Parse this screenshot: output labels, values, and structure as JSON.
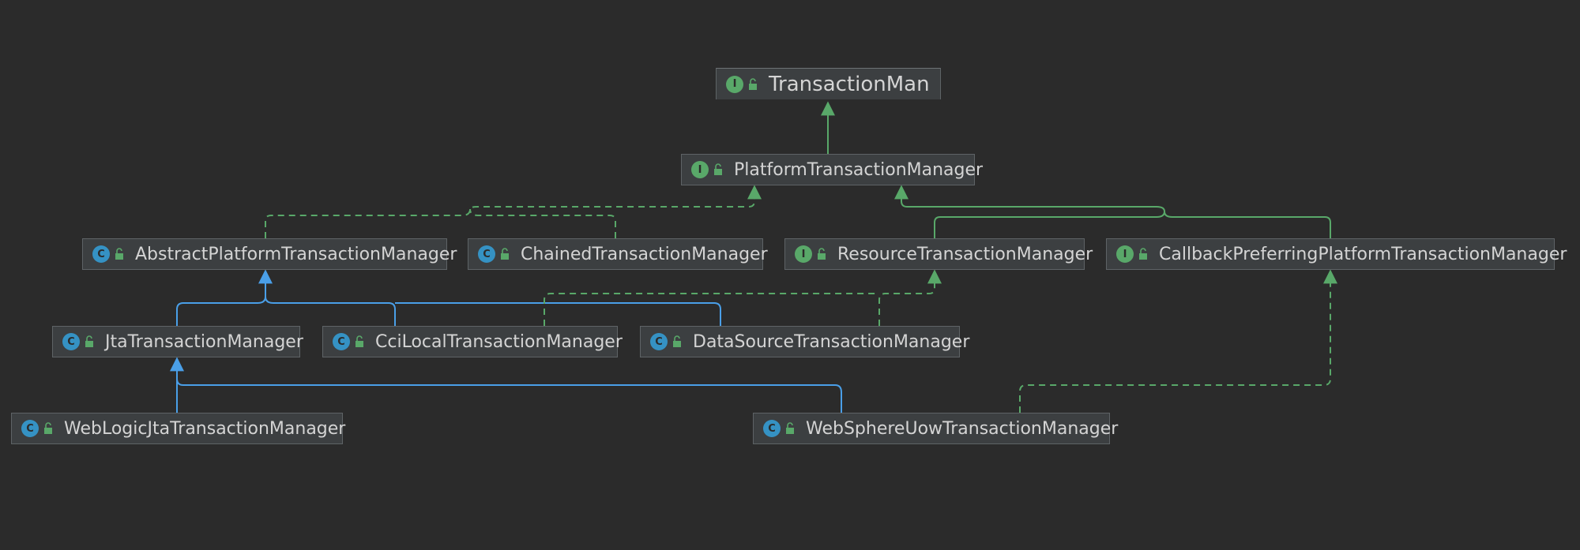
{
  "colors": {
    "background": "#2b2b2b",
    "node_fill": "#3c3f41",
    "node_border": "#5e6366",
    "node_text": "#d4d4d4",
    "interface_badge": "#59a869",
    "class_badge": "#3592c4",
    "implements_arrow": "#59a869",
    "extends_arrow": "#4a9fe8"
  },
  "nodes": {
    "transaction_manager": {
      "label": "TransactionMan",
      "kind": "interface",
      "badge": "I"
    },
    "platform_transaction_manager": {
      "label": "PlatformTransactionManager",
      "kind": "interface",
      "badge": "I"
    },
    "abstract_platform_transaction_manager": {
      "label": "AbstractPlatformTransactionManager",
      "kind": "abstract",
      "badge": "C"
    },
    "chained_transaction_manager": {
      "label": "ChainedTransactionManager",
      "kind": "class",
      "badge": "C"
    },
    "resource_transaction_manager": {
      "label": "ResourceTransactionManager",
      "kind": "interface",
      "badge": "I"
    },
    "callback_preferring_platform_transaction_manager": {
      "label": "CallbackPreferringPlatformTransactionManager",
      "kind": "interface",
      "badge": "I"
    },
    "jta_transaction_manager": {
      "label": "JtaTransactionManager",
      "kind": "class",
      "badge": "C"
    },
    "cci_local_transaction_manager": {
      "label": "CciLocalTransactionManager",
      "kind": "class",
      "badge": "C"
    },
    "data_source_transaction_manager": {
      "label": "DataSourceTransactionManager",
      "kind": "class",
      "badge": "C"
    },
    "weblogic_jta_transaction_manager": {
      "label": "WebLogicJtaTransactionManager",
      "kind": "class",
      "badge": "C"
    },
    "websphere_uow_transaction_manager": {
      "label": "WebSphereUowTransactionManager",
      "kind": "class",
      "badge": "C"
    }
  },
  "edges": [
    {
      "from": "platform_transaction_manager",
      "to": "transaction_manager",
      "type": "extends-interface"
    },
    {
      "from": "abstract_platform_transaction_manager",
      "to": "platform_transaction_manager",
      "type": "implements"
    },
    {
      "from": "chained_transaction_manager",
      "to": "platform_transaction_manager",
      "type": "implements"
    },
    {
      "from": "resource_transaction_manager",
      "to": "platform_transaction_manager",
      "type": "extends-interface"
    },
    {
      "from": "callback_preferring_platform_transaction_manager",
      "to": "platform_transaction_manager",
      "type": "extends-interface"
    },
    {
      "from": "jta_transaction_manager",
      "to": "abstract_platform_transaction_manager",
      "type": "extends"
    },
    {
      "from": "cci_local_transaction_manager",
      "to": "abstract_platform_transaction_manager",
      "type": "extends"
    },
    {
      "from": "data_source_transaction_manager",
      "to": "abstract_platform_transaction_manager",
      "type": "extends"
    },
    {
      "from": "cci_local_transaction_manager",
      "to": "resource_transaction_manager",
      "type": "implements"
    },
    {
      "from": "data_source_transaction_manager",
      "to": "resource_transaction_manager",
      "type": "implements"
    },
    {
      "from": "weblogic_jta_transaction_manager",
      "to": "jta_transaction_manager",
      "type": "extends"
    },
    {
      "from": "websphere_uow_transaction_manager",
      "to": "jta_transaction_manager",
      "type": "extends"
    },
    {
      "from": "websphere_uow_transaction_manager",
      "to": "callback_preferring_platform_transaction_manager",
      "type": "implements"
    }
  ]
}
